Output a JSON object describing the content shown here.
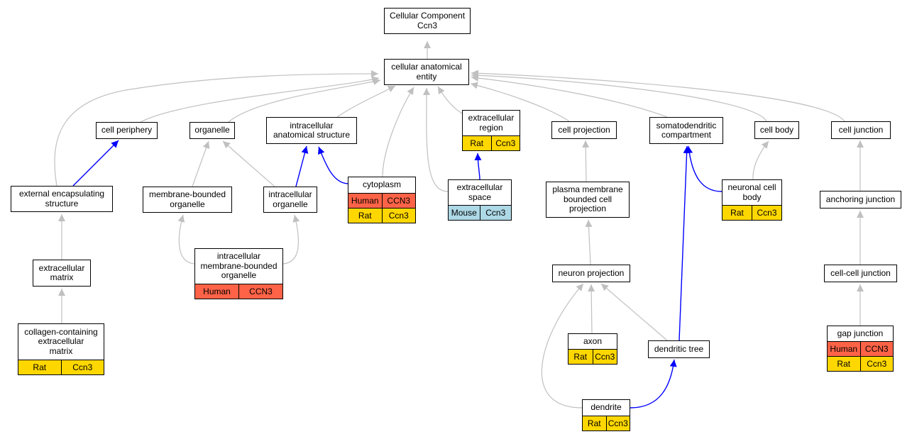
{
  "colors": {
    "gray_edge": "#c0c0c0",
    "blue_edge": "#0000ff",
    "Human": "#ff6347",
    "Rat": "#ffd700",
    "Mouse": "#add8e6"
  },
  "nodes": [
    {
      "id": "cc",
      "label": "Cellular Component\nCcn3",
      "rows": []
    },
    {
      "id": "cae",
      "label": "cellular anatomical\nentity",
      "rows": []
    },
    {
      "id": "periphery",
      "label": "cell periphery",
      "rows": []
    },
    {
      "id": "organelle",
      "label": "organelle",
      "rows": []
    },
    {
      "id": "ias",
      "label": "intracellular\nanatomical structure",
      "rows": []
    },
    {
      "id": "ecregion",
      "label": "extracellular\nregion",
      "rows": [
        {
          "species": "Rat",
          "gene": "Ccn3"
        }
      ]
    },
    {
      "id": "projection",
      "label": "cell projection",
      "rows": []
    },
    {
      "id": "somato",
      "label": "somatodendritic\ncompartment",
      "rows": []
    },
    {
      "id": "cellbody",
      "label": "cell body",
      "rows": []
    },
    {
      "id": "junction",
      "label": "cell junction",
      "rows": []
    },
    {
      "id": "ees",
      "label": "external encapsulating\nstructure",
      "rows": []
    },
    {
      "id": "mbo",
      "label": "membrane-bounded\norganelle",
      "rows": []
    },
    {
      "id": "io",
      "label": "intracellular\norganelle",
      "rows": []
    },
    {
      "id": "cytoplasm",
      "label": "cytoplasm",
      "rows": [
        {
          "species": "Human",
          "gene": "CCN3"
        },
        {
          "species": "Rat",
          "gene": "Ccn3"
        }
      ]
    },
    {
      "id": "ecspace",
      "label": "extracellular\nspace",
      "rows": [
        {
          "species": "Mouse",
          "gene": "Ccn3"
        }
      ]
    },
    {
      "id": "pmbcp",
      "label": "plasma membrane\nbounded cell\nprojection",
      "rows": []
    },
    {
      "id": "ncb",
      "label": "neuronal cell\nbody",
      "rows": [
        {
          "species": "Rat",
          "gene": "Ccn3"
        }
      ]
    },
    {
      "id": "anchoring",
      "label": "anchoring junction",
      "rows": []
    },
    {
      "id": "ecmatrix",
      "label": "extracellular\nmatrix",
      "rows": []
    },
    {
      "id": "imbo",
      "label": "intracellular\nmembrane-bounded\norganelle",
      "rows": [
        {
          "species": "Human",
          "gene": "CCN3"
        }
      ]
    },
    {
      "id": "neuronproj",
      "label": "neuron projection",
      "rows": []
    },
    {
      "id": "ccjunction",
      "label": "cell-cell junction",
      "rows": []
    },
    {
      "id": "collagen",
      "label": "collagen-containing\nextracellular\nmatrix",
      "rows": [
        {
          "species": "Rat",
          "gene": "Ccn3"
        }
      ]
    },
    {
      "id": "axon",
      "label": "axon",
      "rows": [
        {
          "species": "Rat",
          "gene": "Ccn3"
        }
      ]
    },
    {
      "id": "dtree",
      "label": "dendritic tree",
      "rows": []
    },
    {
      "id": "gap",
      "label": "gap junction",
      "rows": [
        {
          "species": "Human",
          "gene": "CCN3"
        },
        {
          "species": "Rat",
          "gene": "Ccn3"
        }
      ]
    },
    {
      "id": "dendrite",
      "label": "dendrite",
      "rows": [
        {
          "species": "Rat",
          "gene": "Ccn3"
        }
      ]
    }
  ],
  "edges": [
    {
      "from": "cae",
      "to": "cc",
      "kind": "gray"
    },
    {
      "from": "periphery",
      "to": "cae",
      "kind": "gray"
    },
    {
      "from": "organelle",
      "to": "cae",
      "kind": "gray"
    },
    {
      "from": "ias",
      "to": "cae",
      "kind": "gray"
    },
    {
      "from": "ecregion",
      "to": "cae",
      "kind": "gray"
    },
    {
      "from": "projection",
      "to": "cae",
      "kind": "gray"
    },
    {
      "from": "somato",
      "to": "cae",
      "kind": "gray"
    },
    {
      "from": "cellbody",
      "to": "cae",
      "kind": "gray"
    },
    {
      "from": "junction",
      "to": "cae",
      "kind": "gray"
    },
    {
      "from": "ees",
      "to": "cae",
      "kind": "gray"
    },
    {
      "from": "cytoplasm",
      "to": "cae",
      "kind": "gray"
    },
    {
      "from": "ecspace",
      "to": "cae",
      "kind": "gray"
    },
    {
      "from": "ees",
      "to": "periphery",
      "kind": "blue"
    },
    {
      "from": "mbo",
      "to": "organelle",
      "kind": "gray"
    },
    {
      "from": "io",
      "to": "organelle",
      "kind": "gray"
    },
    {
      "from": "io",
      "to": "ias",
      "kind": "blue"
    },
    {
      "from": "cytoplasm",
      "to": "ias",
      "kind": "blue"
    },
    {
      "from": "ecspace",
      "to": "ecregion",
      "kind": "blue"
    },
    {
      "from": "pmbcp",
      "to": "projection",
      "kind": "gray"
    },
    {
      "from": "ncb",
      "to": "somato",
      "kind": "blue"
    },
    {
      "from": "dtree",
      "to": "somato",
      "kind": "blue"
    },
    {
      "from": "ncb",
      "to": "cellbody",
      "kind": "gray"
    },
    {
      "from": "anchoring",
      "to": "junction",
      "kind": "gray"
    },
    {
      "from": "ecmatrix",
      "to": "ees",
      "kind": "gray"
    },
    {
      "from": "imbo",
      "to": "mbo",
      "kind": "gray"
    },
    {
      "from": "imbo",
      "to": "io",
      "kind": "gray"
    },
    {
      "from": "neuronproj",
      "to": "pmbcp",
      "kind": "gray"
    },
    {
      "from": "ccjunction",
      "to": "anchoring",
      "kind": "gray"
    },
    {
      "from": "collagen",
      "to": "ecmatrix",
      "kind": "gray"
    },
    {
      "from": "axon",
      "to": "neuronproj",
      "kind": "gray"
    },
    {
      "from": "dtree",
      "to": "neuronproj",
      "kind": "gray"
    },
    {
      "from": "dendrite",
      "to": "neuronproj",
      "kind": "gray"
    },
    {
      "from": "dendrite",
      "to": "dtree",
      "kind": "blue"
    },
    {
      "from": "gap",
      "to": "ccjunction",
      "kind": "gray"
    }
  ]
}
